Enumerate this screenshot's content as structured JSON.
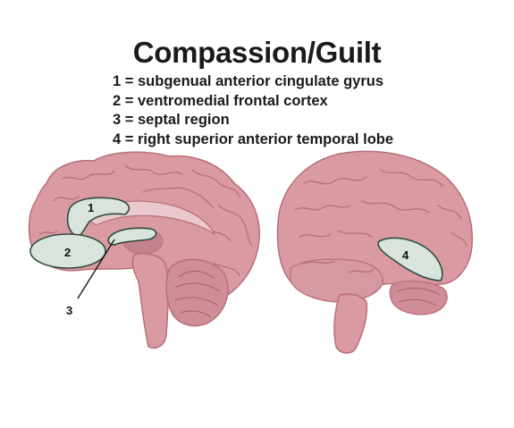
{
  "title": "Compassion/Guilt",
  "legend": [
    {
      "text": "1 = subgenual anterior cingulate gyrus"
    },
    {
      "text": "2 = ventromedial frontal cortex"
    },
    {
      "text": "3 = septal region"
    },
    {
      "text": "4 = right superior anterior temporal lobe"
    }
  ],
  "regions": [
    {
      "label": "1"
    },
    {
      "label": "2"
    },
    {
      "label": "3"
    },
    {
      "label": "4"
    }
  ],
  "colors": {
    "brain": "#d99aa2",
    "brain_dark": "#b76f7a",
    "brain_shadow": "#c4828c",
    "highlight_fill": "#d8e4dc",
    "highlight_stroke": "#2e4a3e"
  }
}
